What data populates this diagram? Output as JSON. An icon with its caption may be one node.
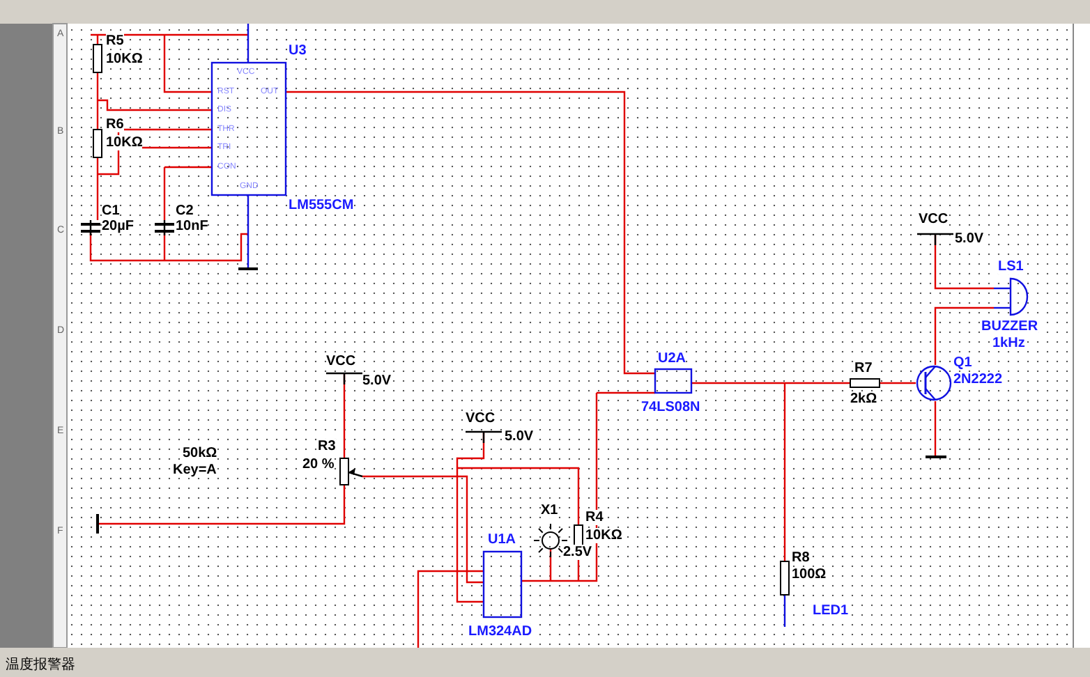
{
  "diagram": {
    "labels": [
      "A",
      "B",
      "C",
      "D",
      "E",
      "F",
      "R5",
      "10KΩ",
      "U3",
      "VCC",
      "RST",
      "OUT",
      "DIS",
      "R6",
      "THR",
      "10KΩ",
      "TRI",
      "CON",
      "GND",
      "LM555CM",
      "C1",
      "C2",
      "20µF",
      "10nF",
      "VCC",
      "5.0V",
      "LS1",
      "BUZZER",
      "1kHz",
      "VCC",
      "U2A",
      "R7",
      "Q1",
      "5.0V",
      "2N2222",
      "74LS08N",
      "2kΩ",
      "VCC",
      "5.0V",
      "R3",
      "50kΩ",
      "20 %",
      "Key=A",
      "X1",
      "R4",
      "10KΩ",
      "U1A",
      "2.5V",
      "R8",
      "100Ω",
      "LED1",
      "LM324AD",
      "温度报警器"
    ]
  }
}
